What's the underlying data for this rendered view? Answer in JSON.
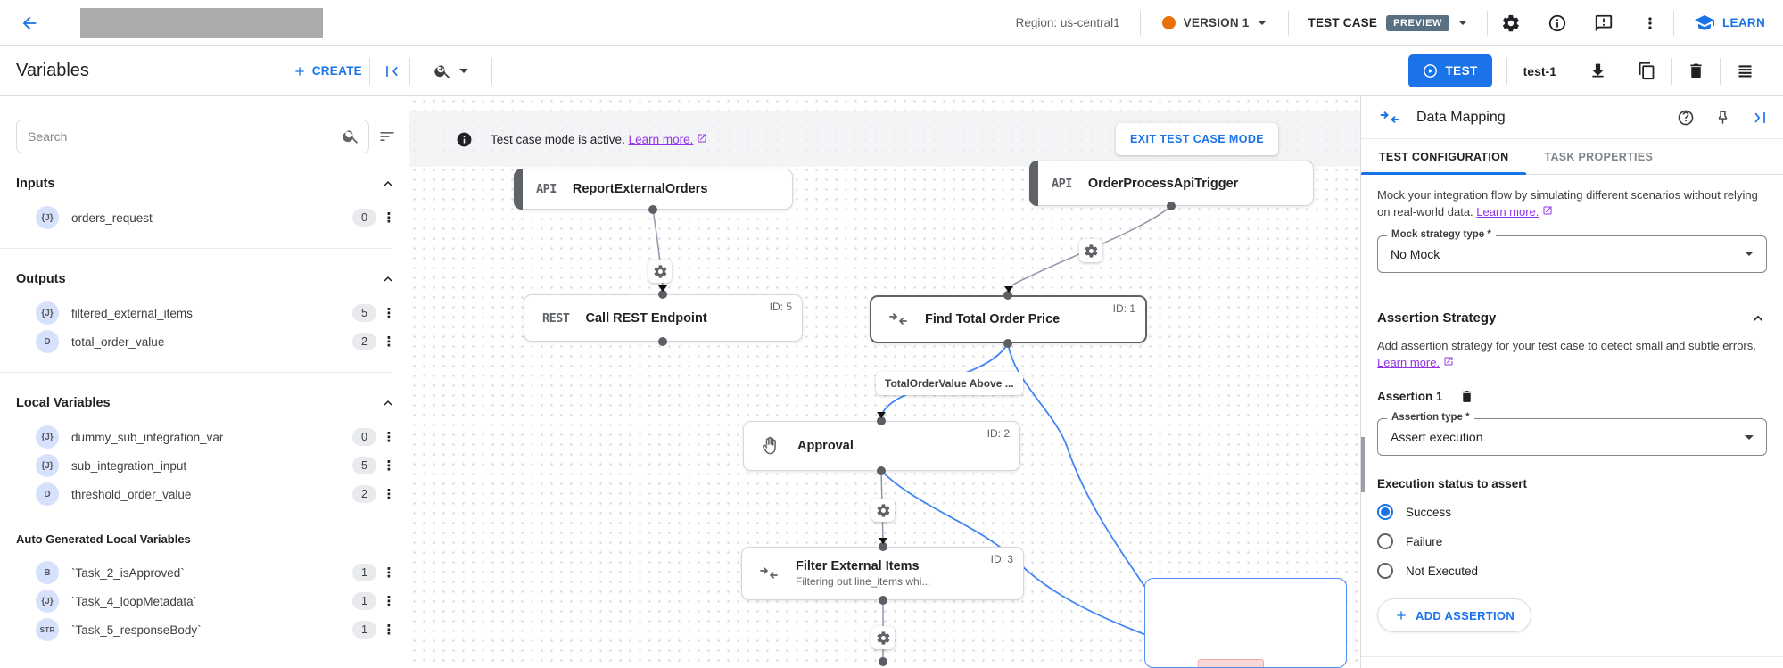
{
  "topbar": {
    "region": "Region: us-central1",
    "version": "VERSION 1",
    "test_case": "TEST CASE",
    "preview_badge": "PREVIEW",
    "learn": "LEARN",
    "colors": {
      "accent": "#1a73e8",
      "version_dot": "#e8710a",
      "preview_bg": "#587082"
    }
  },
  "toolbar": {
    "title": "Variables",
    "create_label": "CREATE",
    "test_label": "TEST",
    "test_name": "test-1"
  },
  "sidebar": {
    "search_placeholder": "Search",
    "sections": [
      {
        "title": "Inputs",
        "items": [
          {
            "type": "{J}",
            "label": "orders_request",
            "count": "0"
          }
        ]
      },
      {
        "title": "Outputs",
        "items": [
          {
            "type": "{J}",
            "label": "filtered_external_items",
            "count": "5"
          },
          {
            "type": "D",
            "label": "total_order_value",
            "count": "2"
          }
        ]
      },
      {
        "title": "Local Variables",
        "items": [
          {
            "type": "{J}",
            "label": "dummy_sub_integration_var",
            "count": "0"
          },
          {
            "type": "{J}",
            "label": "sub_integration_input",
            "count": "5"
          },
          {
            "type": "D",
            "label": "threshold_order_value",
            "count": "2"
          }
        ]
      },
      {
        "title": "Auto Generated Local Variables",
        "items": [
          {
            "type": "B",
            "label": "`Task_2_isApproved`",
            "count": "1"
          },
          {
            "type": "{J}",
            "label": "`Task_4_loopMetadata`",
            "count": "1"
          },
          {
            "type": "STR",
            "label": "`Task_5_responseBody`",
            "count": "1"
          }
        ]
      }
    ]
  },
  "canvas": {
    "banner": {
      "text": "Test case mode is active.",
      "link": "Learn more.",
      "exit_button": "EXIT TEST CASE MODE"
    },
    "edge_label": "TotalOrderValue Above ...",
    "nodes": [
      {
        "glyph": "API",
        "title": "ReportExternalOrders"
      },
      {
        "glyph": "API",
        "title": "OrderProcessApiTrigger"
      },
      {
        "glyph": "REST",
        "title": "Call REST Endpoint",
        "id": "ID: 5"
      },
      {
        "icon": "data-mapping-icon",
        "title": "Find Total Order Price",
        "id": "ID: 1"
      },
      {
        "icon": "hand-icon",
        "title": "Approval",
        "id": "ID: 2"
      },
      {
        "icon": "data-mapping-icon",
        "title": "Filter External Items",
        "subtitle": "Filtering out line_items whi...",
        "id": "ID: 3"
      }
    ]
  },
  "panel": {
    "title": "Data Mapping",
    "tabs": [
      {
        "label": "TEST CONFIGURATION"
      },
      {
        "label": "TASK PROPERTIES"
      }
    ],
    "mock_text": "Mock your integration flow by simulating different scenarios without relying on real-world data.",
    "mock_link": "Learn more.",
    "mock_field": {
      "label": "Mock strategy type *",
      "value": "No Mock"
    },
    "assertion_header": "Assertion Strategy",
    "assertion_text": "Add assertion strategy for your test case to detect small and subtle errors.",
    "assertion_link": "Learn more.",
    "assertion_title": "Assertion 1",
    "type_field": {
      "label": "Assertion type *",
      "value": "Assert execution"
    },
    "status_label": "Execution status to assert",
    "radio_options": [
      {
        "label": "Success",
        "selected": true
      },
      {
        "label": "Failure",
        "selected": false
      },
      {
        "label": "Not Executed",
        "selected": false
      }
    ],
    "add_button": "ADD ASSERTION"
  }
}
